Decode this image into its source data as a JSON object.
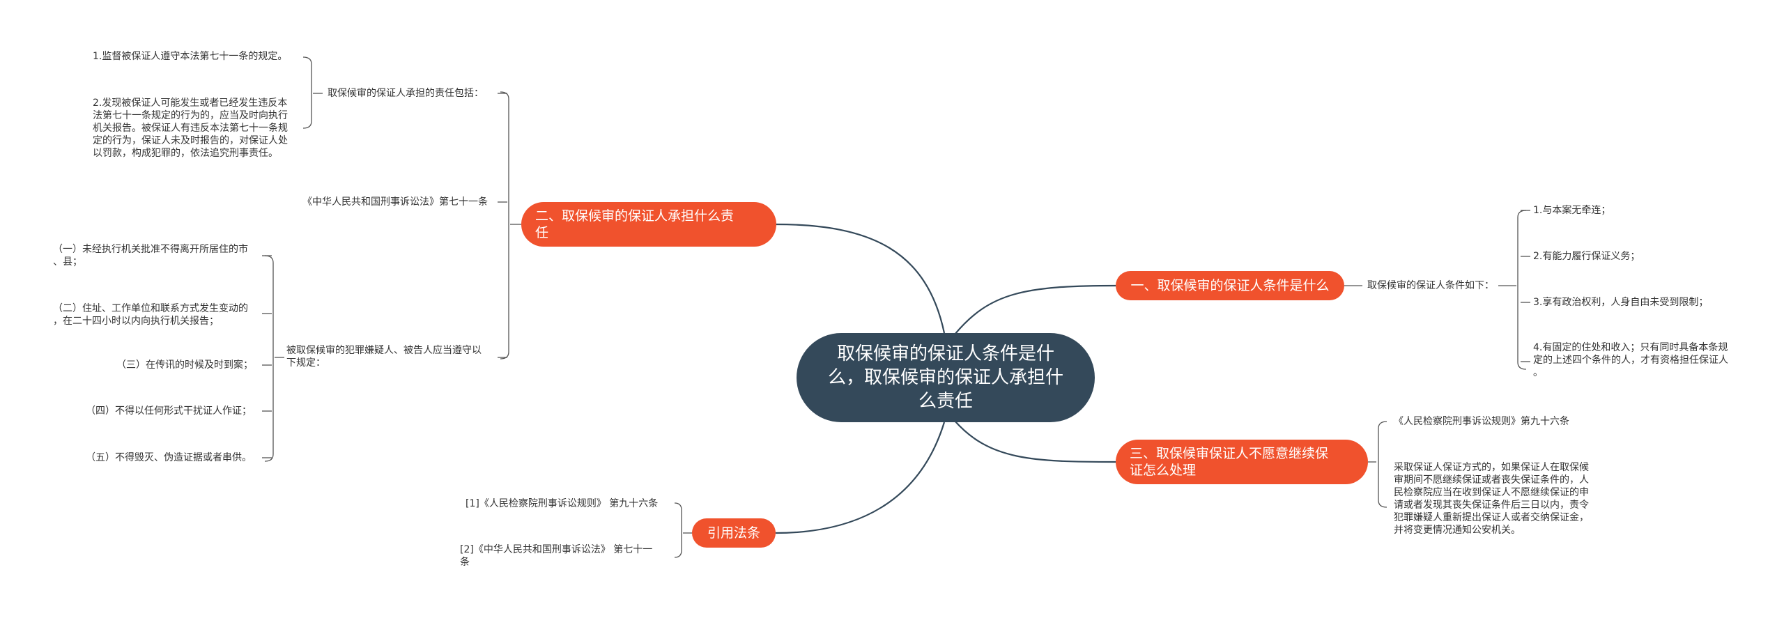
{
  "center": {
    "title": "取保候审的保证人条件是什么，取保候审的保证人承担什么责任"
  },
  "branches": [
    {
      "label": "一、取保候审的保证人条件是什么",
      "sub": "取保候审的保证人条件如下：",
      "leaves": [
        "1.与本案无牵连；",
        "2.有能力履行保证义务；",
        "3.享有政治权利，人身自由未受到限制；",
        "4.有固定的住处和收入；只有同时具备本条规\n定的上述四个条件的人，才有资格担任保证人\n。"
      ]
    },
    {
      "label": "二、取保候审的保证人承担什么责\n任",
      "groups": [
        {
          "sub": "取保候审的保证人承担的责任包括：",
          "leaves": [
            "1.监督被保证人遵守本法第七十一条的规定。",
            "2.发现被保证人可能发生或者已经发生违反本\n法第七十一条规定的行为的，应当及时向执行\n机关报告。被保证人有违反本法第七十一条规\n定的行为，保证人未及时报告的，对保证人处\n以罚款，构成犯罪的，依法追究刑事责任。"
          ]
        },
        {
          "sub": "《中华人民共和国刑事诉讼法》第七十一条",
          "leaves": []
        },
        {
          "sub": "被取保候审的犯罪嫌疑人、被告人应当遵守以\n下规定：",
          "leaves": [
            "（一）未经执行机关批准不得离开所居住的市\n、县；",
            "（二）住址、工作单位和联系方式发生变动的\n，在二十四小时以内向执行机关报告；",
            "（三）在传讯的时候及时到案；",
            "（四）不得以任何形式干扰证人作证；",
            "（五）不得毁灭、伪造证据或者串供。"
          ]
        }
      ]
    },
    {
      "label": "三、取保候审保证人不愿意继续保\n证怎么处理",
      "leaves": [
        "《人民检察院刑事诉讼规则》第九十六条",
        "采取保证人保证方式的，如果保证人在取保候\n审期间不愿继续保证或者丧失保证条件的，人\n民检察院应当在收到保证人不愿继续保证的申\n请或者发现其丧失保证条件后三日以内，责令\n犯罪嫌疑人重新提出保证人或者交纳保证金，\n并将变更情况通知公安机关。"
      ]
    },
    {
      "label": "引用法条",
      "leaves": [
        "[1]《人民检察院刑事诉讼规则》 第九十六条",
        "[2]《中华人民共和国刑事诉讼法》 第七十一\n条"
      ]
    }
  ],
  "colors": {
    "center_fill": "#34495a",
    "branch_fill": "#f0522d",
    "line": "#34495a",
    "bracket": "#555555"
  }
}
